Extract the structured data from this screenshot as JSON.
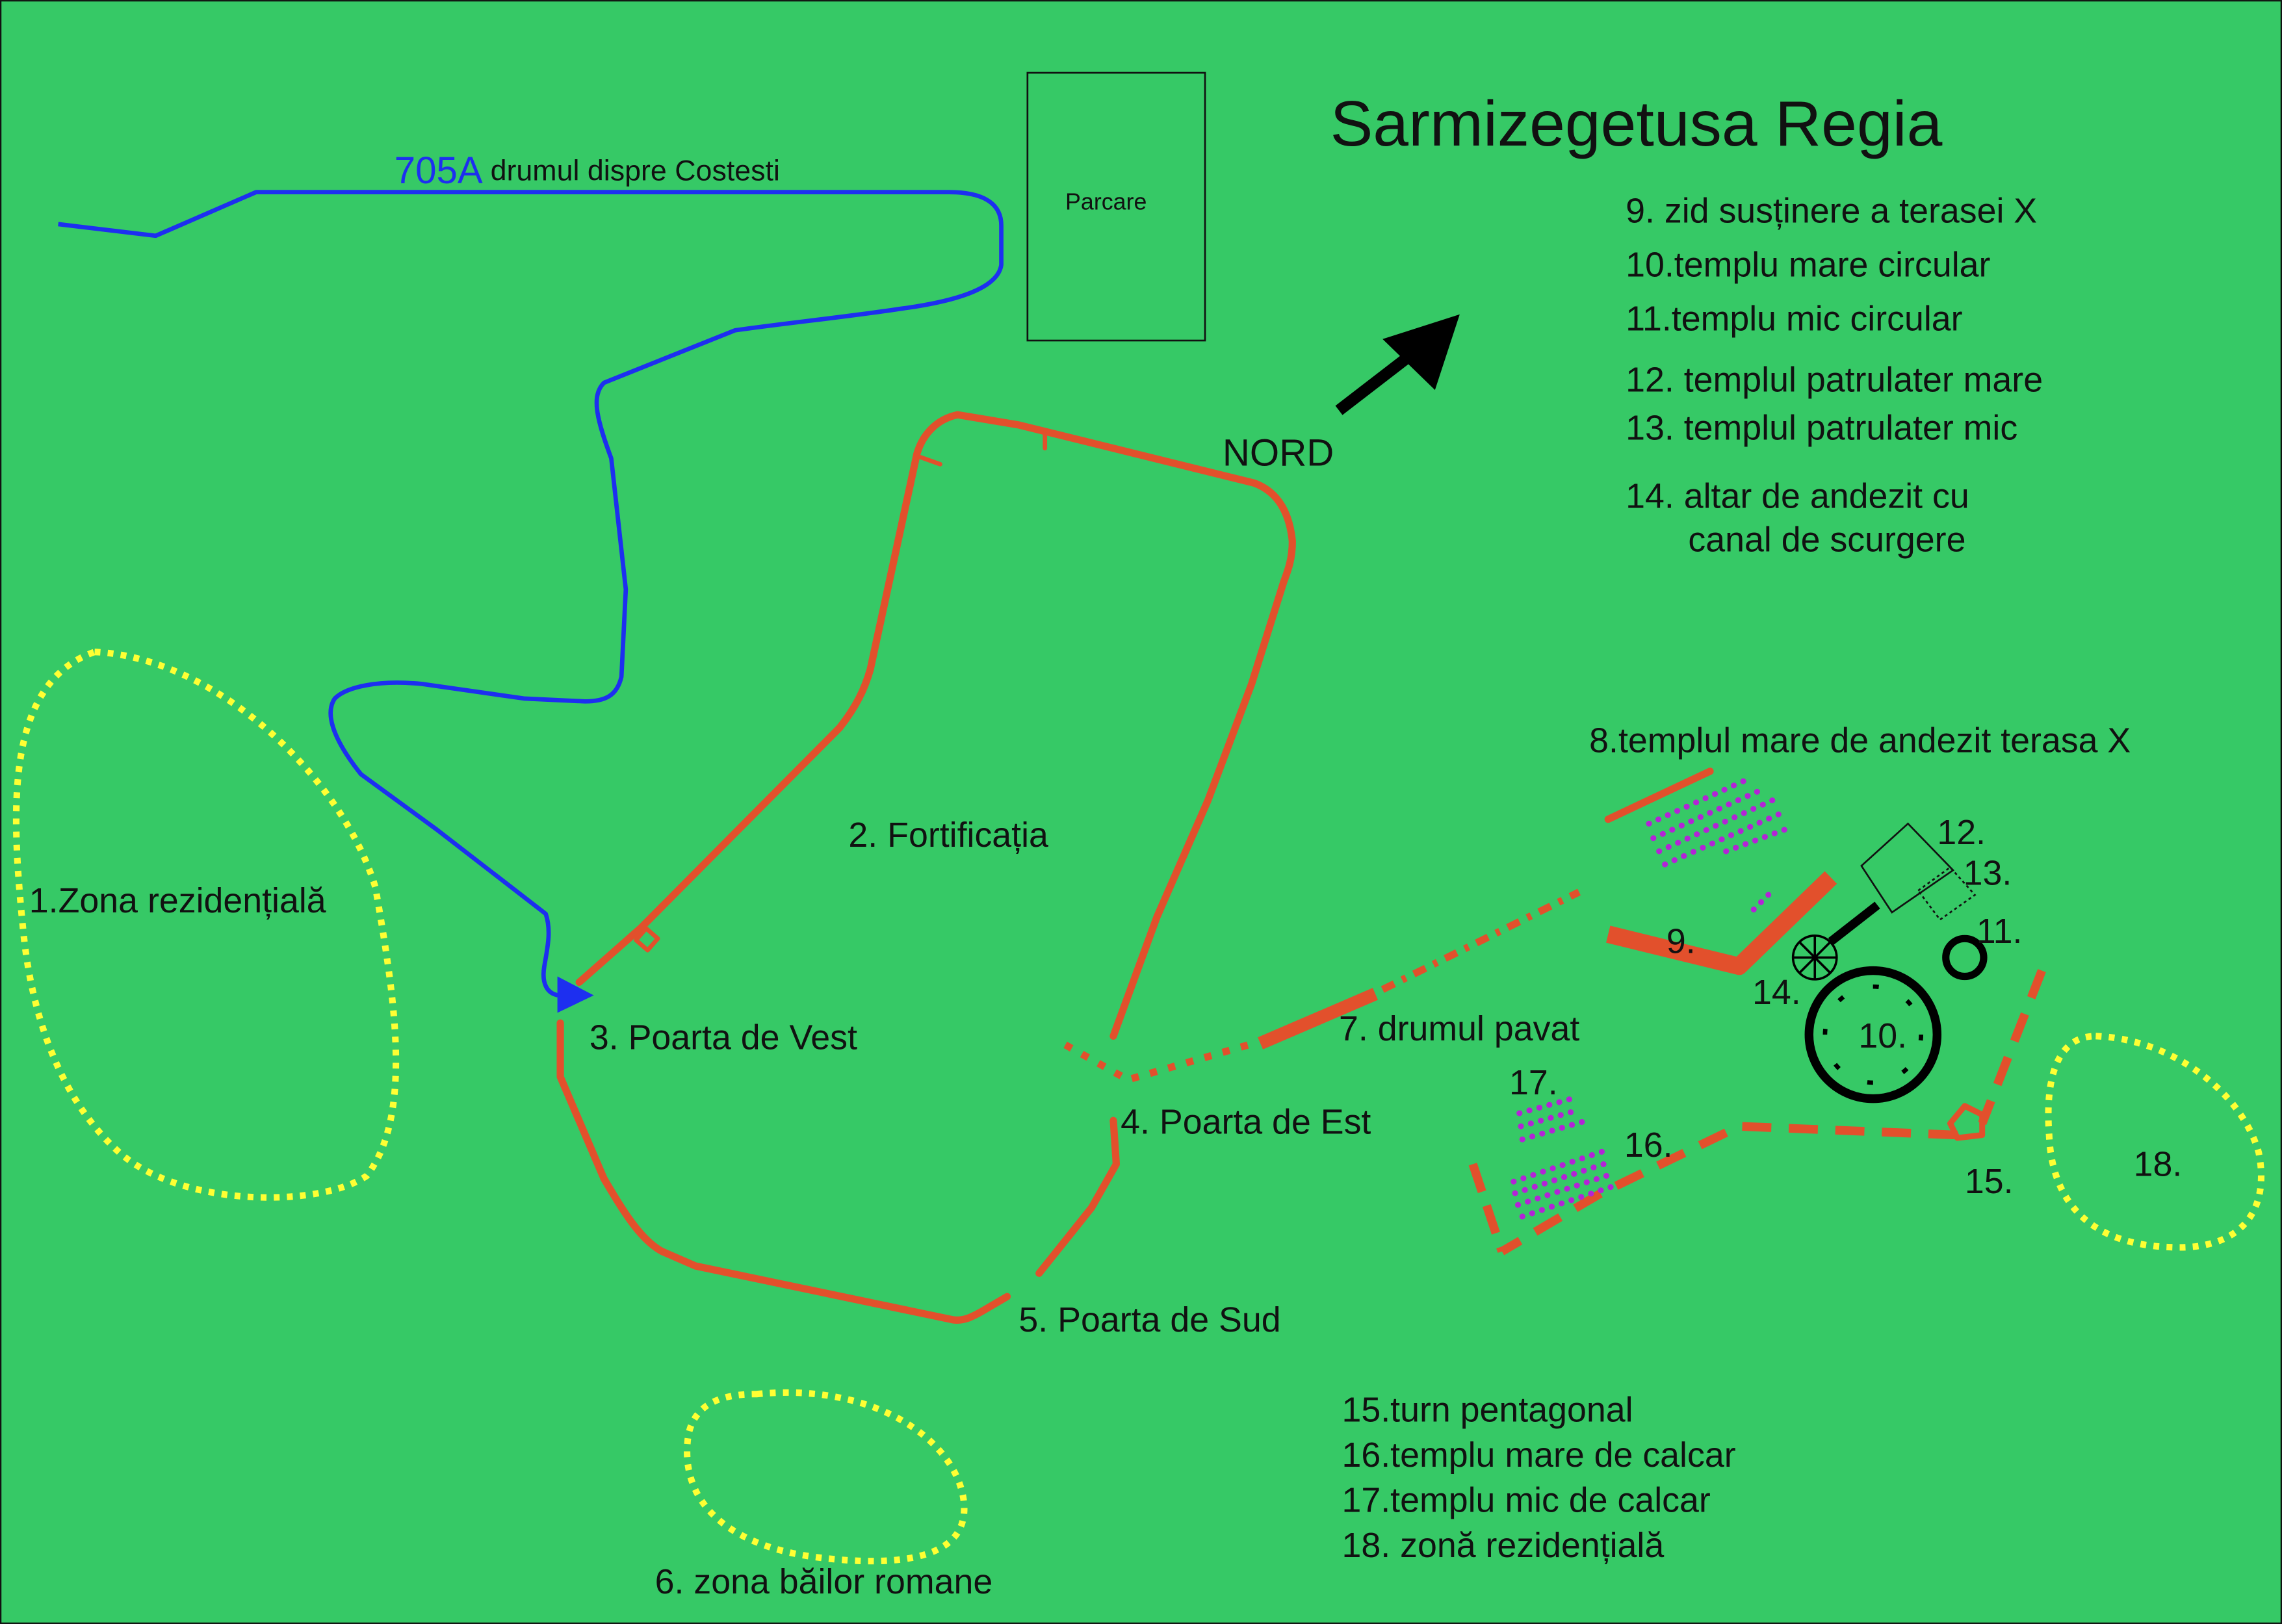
{
  "title": "Sarmizegetusa Regia",
  "road": {
    "number": "705A",
    "label": "drumul dispre Costesti"
  },
  "parking": "Parcare",
  "north": "NORD",
  "legend_top": [
    "9. zid susținere a terasei X",
    "10.templu mare circular",
    "11.templu mic circular",
    "12. templul patrulater mare",
    "13. templul patrulater mic",
    "14. altar de andezit cu",
    "canal de scurgere"
  ],
  "legend_bottom": [
    "15.turn pentagonal",
    "16.templu mare de calcar",
    "17.templu mic de calcar",
    "18. zonă rezidențială"
  ],
  "labels": {
    "zone_1": "1.Zona rezidențială",
    "fortification_2": "2. Fortificația",
    "west_gate_3": "3. Poarta de Vest",
    "east_gate_4": "4. Poarta de Est",
    "south_gate_5": "5. Poarta de Sud",
    "baths_6": "6. zona băilor romane",
    "paved_road_7": "7. drumul pavat",
    "temple_8": "8.templul mare de andezit terasa X",
    "n9": "9.",
    "n10": "10.",
    "n11": "11.",
    "n12": "12.",
    "n13": "13.",
    "n14": "14.",
    "n15": "15.",
    "n16": "16.",
    "n17": "17.",
    "n18": "18."
  },
  "colors": {
    "background": "#36c966",
    "fortification": "#e2502c",
    "road": "#1d2ff0",
    "residential_zone": "#ffff33",
    "temple_dots": "#b324d6"
  }
}
